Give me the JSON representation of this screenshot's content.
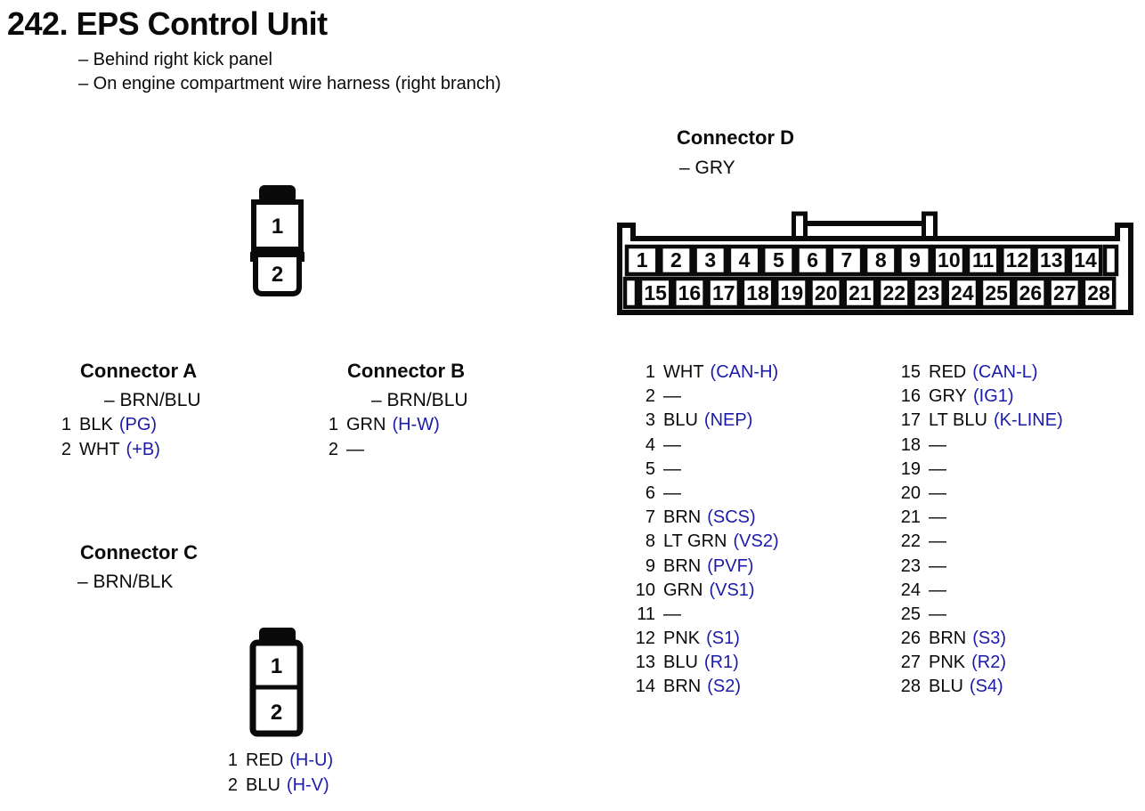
{
  "page": {
    "title": "242. EPS Control Unit",
    "location_lines": [
      "– Behind right kick panel",
      "– On engine compartment wire harness (right branch)"
    ]
  },
  "colors": {
    "signal_blue": "#1b1baa",
    "ink": "#0a0a0a",
    "paper": "#ffffff"
  },
  "connector_a": {
    "title": "Connector A",
    "color_label": "– BRN/BLU",
    "pins": [
      {
        "num": "1",
        "wire": "BLK",
        "signal": "(PG)"
      },
      {
        "num": "2",
        "wire": "WHT",
        "signal": "(+B)"
      }
    ]
  },
  "connector_b": {
    "title": "Connector B",
    "color_label": "– BRN/BLU",
    "pins": [
      {
        "num": "1",
        "wire": "GRN",
        "signal": "(H-W)"
      },
      {
        "num": "2",
        "wire": "—",
        "signal": ""
      }
    ]
  },
  "connector_c": {
    "title": "Connector C",
    "color_label": "– BRN/BLK",
    "pins": [
      {
        "num": "1",
        "wire": "RED",
        "signal": "(H-U)"
      },
      {
        "num": "2",
        "wire": "BLU",
        "signal": "(H-V)"
      }
    ]
  },
  "connector_d": {
    "title": "Connector D",
    "color_label": "– GRY",
    "pins_left": [
      {
        "num": "1",
        "wire": "WHT",
        "signal": "(CAN-H)"
      },
      {
        "num": "2",
        "wire": "—",
        "signal": ""
      },
      {
        "num": "3",
        "wire": "BLU",
        "signal": "(NEP)"
      },
      {
        "num": "4",
        "wire": "—",
        "signal": ""
      },
      {
        "num": "5",
        "wire": "—",
        "signal": ""
      },
      {
        "num": "6",
        "wire": "—",
        "signal": ""
      },
      {
        "num": "7",
        "wire": "BRN",
        "signal": "(SCS)"
      },
      {
        "num": "8",
        "wire": "LT GRN",
        "signal": "(VS2)"
      },
      {
        "num": "9",
        "wire": "BRN",
        "signal": "(PVF)"
      },
      {
        "num": "10",
        "wire": "GRN",
        "signal": "(VS1)"
      },
      {
        "num": "11",
        "wire": "—",
        "signal": ""
      },
      {
        "num": "12",
        "wire": "PNK",
        "signal": "(S1)"
      },
      {
        "num": "13",
        "wire": "BLU",
        "signal": "(R1)"
      },
      {
        "num": "14",
        "wire": "BRN",
        "signal": "(S2)"
      }
    ],
    "pins_right": [
      {
        "num": "15",
        "wire": "RED",
        "signal": "(CAN-L)"
      },
      {
        "num": "16",
        "wire": "GRY",
        "signal": "(IG1)"
      },
      {
        "num": "17",
        "wire": "LT BLU",
        "signal": "(K-LINE)"
      },
      {
        "num": "18",
        "wire": "—",
        "signal": ""
      },
      {
        "num": "19",
        "wire": "—",
        "signal": ""
      },
      {
        "num": "20",
        "wire": "—",
        "signal": ""
      },
      {
        "num": "21",
        "wire": "—",
        "signal": ""
      },
      {
        "num": "22",
        "wire": "—",
        "signal": ""
      },
      {
        "num": "23",
        "wire": "—",
        "signal": ""
      },
      {
        "num": "24",
        "wire": "—",
        "signal": ""
      },
      {
        "num": "25",
        "wire": "—",
        "signal": ""
      },
      {
        "num": "26",
        "wire": "BRN",
        "signal": "(S3)"
      },
      {
        "num": "27",
        "wire": "PNK",
        "signal": "(R2)"
      },
      {
        "num": "28",
        "wire": "BLU",
        "signal": "(S4)"
      }
    ]
  },
  "connector_ab_diagram": {
    "pins": [
      "1",
      "2"
    ]
  },
  "connector_c_diagram": {
    "pins": [
      "1",
      "2"
    ]
  },
  "connector_d_diagram": {
    "top_row": [
      "1",
      "2",
      "3",
      "4",
      "5",
      "6",
      "7",
      "8",
      "9",
      "10",
      "11",
      "12",
      "13",
      "14"
    ],
    "bottom_row": [
      "15",
      "16",
      "17",
      "18",
      "19",
      "20",
      "21",
      "22",
      "23",
      "24",
      "25",
      "26",
      "27",
      "28"
    ]
  }
}
